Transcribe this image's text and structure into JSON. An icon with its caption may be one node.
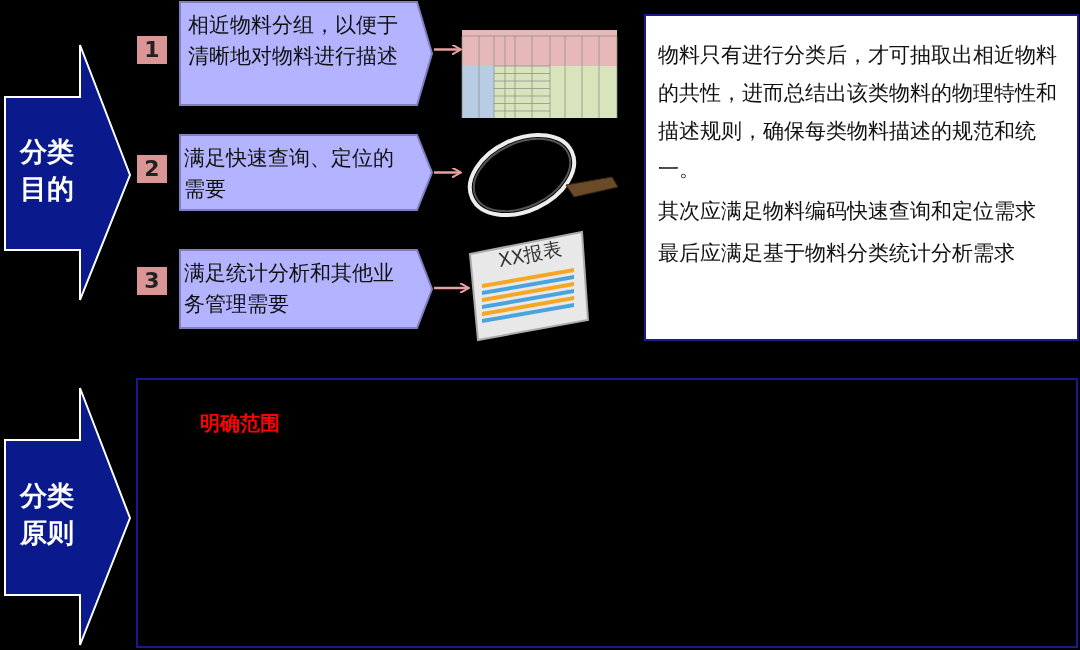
{
  "diagram": {
    "nodes": [
      {
        "text": [
          "分类目的"
        ]
      },
      {
        "text": [
          "1"
        ]
      },
      {
        "text": [
          "相近物料分组，以便于清晰地对物料进行描述"
        ]
      },
      {
        "text": [],
        "shape": "picture"
      },
      {
        "text": [
          "2"
        ]
      },
      {
        "text": [
          "满足快速查询、定位的需要"
        ]
      },
      {
        "text": [],
        "shape": "picture"
      },
      {
        "text": [
          "3"
        ]
      },
      {
        "text": [
          "满足统计分析和其他业务管理需要"
        ]
      },
      {
        "text": [
          "XX报表"
        ]
      },
      {
        "text": [
          "物料只有进行分类后，才可抽取出相近物料的共性，进而总结出该类物料的物理特性和描述规则，确保每类物料描述的规范和统一。",
          "其次应满足物料编码快速查询和定位需求",
          "最后应满足基于物料分类统计分析需求"
        ]
      },
      {
        "text": [
          "分类原则"
        ]
      },
      {
        "text": [
          "明确范围"
        ]
      }
    ],
    "edges": [
      {
        "from": 2,
        "to": 3,
        "arrow": "to"
      },
      {
        "from": 5,
        "to": 6,
        "arrow": "to"
      },
      {
        "from": 8,
        "to": 9,
        "arrow": "to"
      }
    ]
  }
}
